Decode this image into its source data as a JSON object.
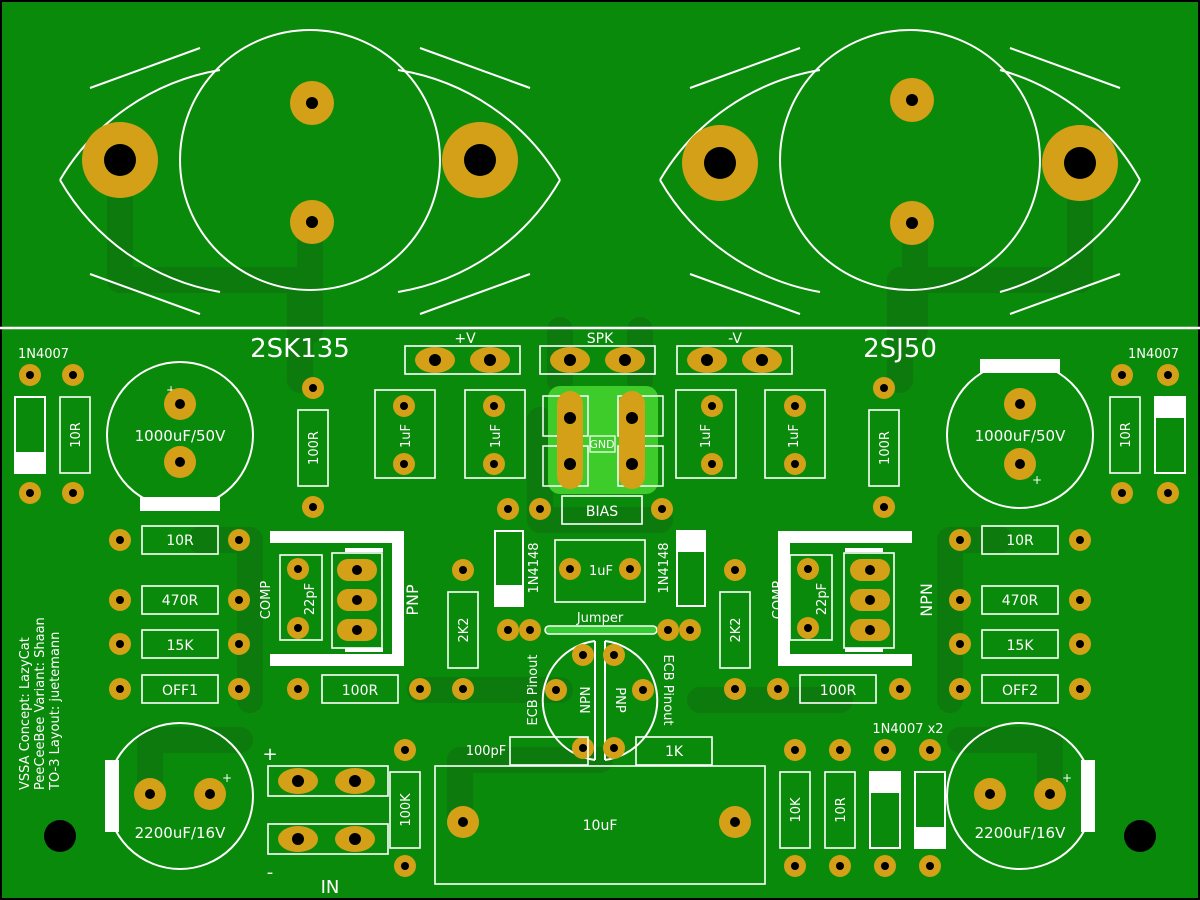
{
  "colors": {
    "board": "#0a8a0a",
    "trace": "#0c7a0c",
    "pad": "#d4a017",
    "silk": "#ffffff",
    "hole": "#000000"
  },
  "labels": {
    "q_left": "2SK135",
    "q_right": "2SJ50",
    "rail_pos": "+V",
    "speaker": "SPK",
    "rail_neg": "-V",
    "d_tl": "1N4007",
    "d_tr": "1N4007",
    "d_br": "1N4007 x2",
    "r10_tl": "10R",
    "r10_tr": "10R",
    "c_tl": "1000uF/50V",
    "c_tr": "1000uF/50V",
    "r100_l": "100R",
    "r100_r": "100R",
    "c1u_a": "1uF",
    "c1u_b": "1uF",
    "c1u_c": "1uF",
    "c1u_d": "1uF",
    "c1u_e": "1uF",
    "gnd": "GND",
    "bias": "BIAS",
    "d4148_l": "1N4148",
    "d4148_r": "1N4148",
    "r10_ml": "10R",
    "r470_l": "470R",
    "r15k_l": "15K",
    "off1": "OFF1",
    "r10_mr": "10R",
    "r470_r": "470R",
    "r15k_r": "15K",
    "off2": "OFF2",
    "comp_l": "COMP",
    "cap22_l": "22pF",
    "comp_r": "COMP",
    "cap22_r": "22pF",
    "pnp": "PNP",
    "npn": "NPN",
    "r2k2_l": "2K2",
    "r2k2_r": "2K2",
    "jumper": "Jumper",
    "r100_bl": "100R",
    "r100_br": "100R",
    "ecb_l": "ECB Pinout",
    "ecb_r": "ECB Pinout",
    "npn_t": "NPN",
    "pnp_t": "PNP",
    "c100p": "100pF",
    "r1k": "1K",
    "c10u": "10uF",
    "r100k": "100K",
    "r10k": "10K",
    "r10_b": "10R",
    "in_plus": "+",
    "in_minus": "-",
    "in": "IN",
    "c2200_l": "2200uF/16V",
    "c2200_r": "2200uF/16V",
    "credit1": "VSSA Concept: LazyCat",
    "credit2": "PeeCeeBee Variant: Shaan",
    "credit3": "TO-3 Layout: juetemann",
    "plus_a": "+",
    "plus_b": "+",
    "plus_c": "+",
    "plus_d": "+"
  }
}
